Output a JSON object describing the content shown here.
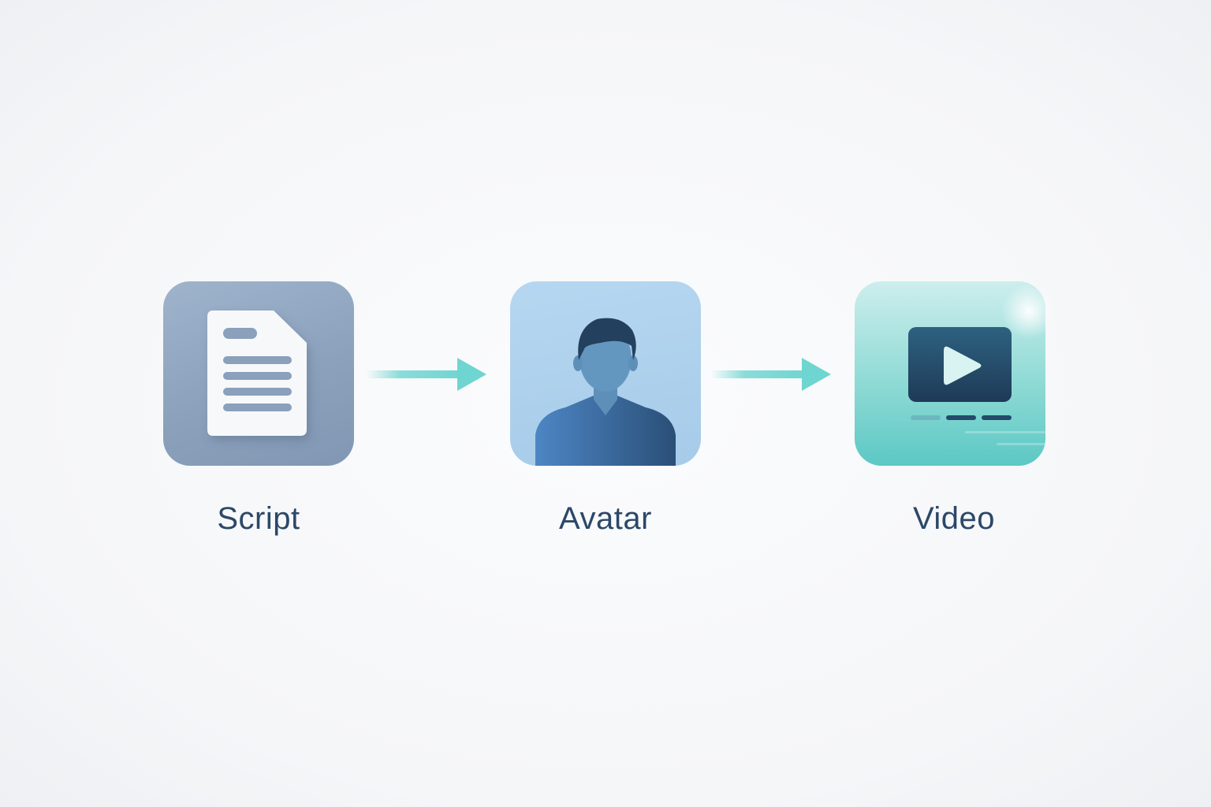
{
  "diagram": {
    "type": "flow",
    "steps": [
      {
        "label": "Script",
        "icon": "document-icon",
        "color": "#8aa0bb"
      },
      {
        "label": "Avatar",
        "icon": "person-icon",
        "color": "#a6cbe9"
      },
      {
        "label": "Video",
        "icon": "video-play-icon",
        "color": "#5cc8c4"
      }
    ],
    "connector_color": "#6fd5d0"
  }
}
